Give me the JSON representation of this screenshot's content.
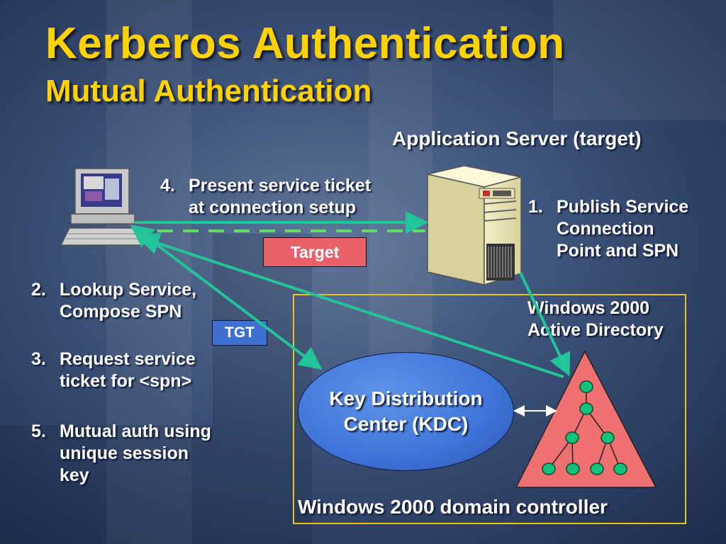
{
  "slide": {
    "title": "Kerberos Authentication",
    "subtitle": "Mutual Authentication",
    "app_server_label": "Application Server (target)",
    "step4": {
      "num": "4.",
      "line1": "Present service ticket",
      "line2": "at connection setup"
    },
    "step1": {
      "num": "1.",
      "lines": [
        "Publish Service",
        "Connection",
        "Point and SPN"
      ]
    },
    "step2": {
      "num": "2.",
      "lines": [
        "Lookup Service,",
        "Compose SPN"
      ]
    },
    "step3": {
      "num": "3.",
      "lines": [
        "Request service",
        "ticket for <spn>"
      ]
    },
    "step5": {
      "num": "5.",
      "lines": [
        "Mutual auth using",
        "unique session",
        "key"
      ]
    },
    "target_label": "Target",
    "tgt_label": "TGT",
    "ad_label": {
      "line1": "Windows 2000",
      "line2": "Active Directory"
    },
    "kdc_label": {
      "line1": "Key Distribution",
      "line2": "Center (KDC)"
    },
    "dc_label": "Windows 2000 domain controller"
  },
  "colors": {
    "title": "#ffd200",
    "arrow": "#22c49a",
    "dashed_line": "#5ee05a",
    "target_box": "#e86068",
    "tgt_box": "#3f6fd0",
    "kdc": "#4a80e0",
    "triangle": "#ee7070",
    "tree_node": "#13c27a",
    "domain_border": "#e8c21a"
  },
  "icons": {
    "client": "desktop-computer-icon",
    "server": "tower-server-icon",
    "directory": "tree-hierarchy-icon"
  }
}
